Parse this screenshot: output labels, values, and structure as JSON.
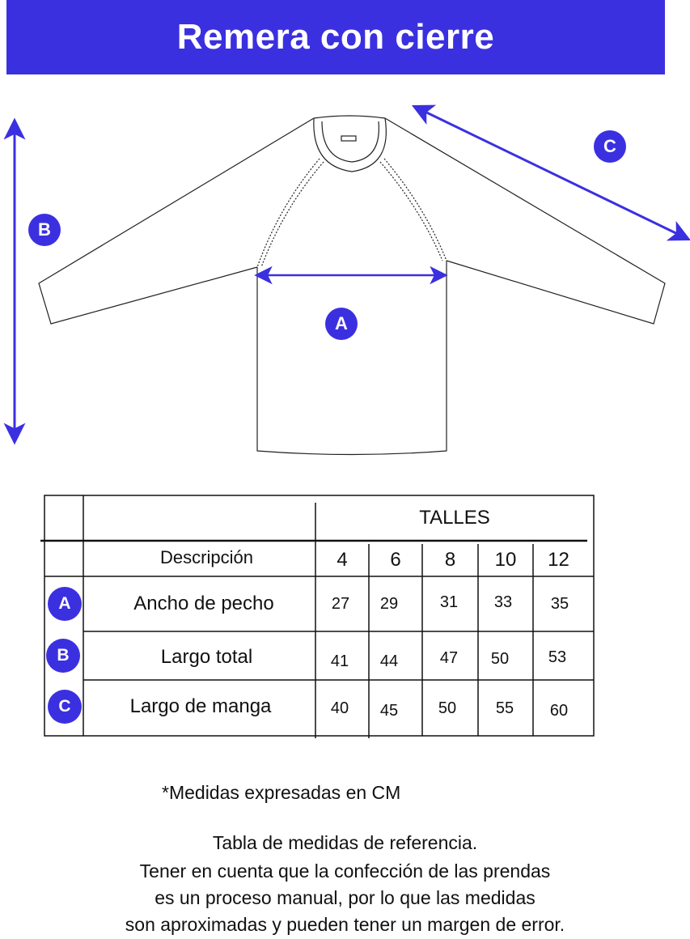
{
  "header": {
    "title": "Remera con cierre"
  },
  "colors": {
    "accent": "#3b30e0",
    "line": "#222222"
  },
  "diagram": {
    "labels": {
      "a": "A",
      "b": "B",
      "c": "C"
    }
  },
  "table": {
    "group_header": "TALLES",
    "description_header": "Descripción",
    "sizes": [
      "4",
      "6",
      "8",
      "10",
      "12"
    ],
    "rows": [
      {
        "badge": "A",
        "label": "Ancho de pecho",
        "values": [
          "27",
          "29",
          "31",
          "33",
          "35"
        ]
      },
      {
        "badge": "B",
        "label": "Largo total",
        "values": [
          "41",
          "44",
          "47",
          "50",
          "53"
        ]
      },
      {
        "badge": "C",
        "label": "Largo de manga",
        "values": [
          "40",
          "45",
          "50",
          "55",
          "60"
        ]
      }
    ]
  },
  "footer": {
    "note": "*Medidas expresadas en CM",
    "lines": [
      "Tabla de medidas de referencia.",
      "Tener en cuenta que la confección de las prendas",
      "es un proceso manual, por lo que las medidas",
      "son aproximadas y pueden tener un margen de error."
    ]
  }
}
